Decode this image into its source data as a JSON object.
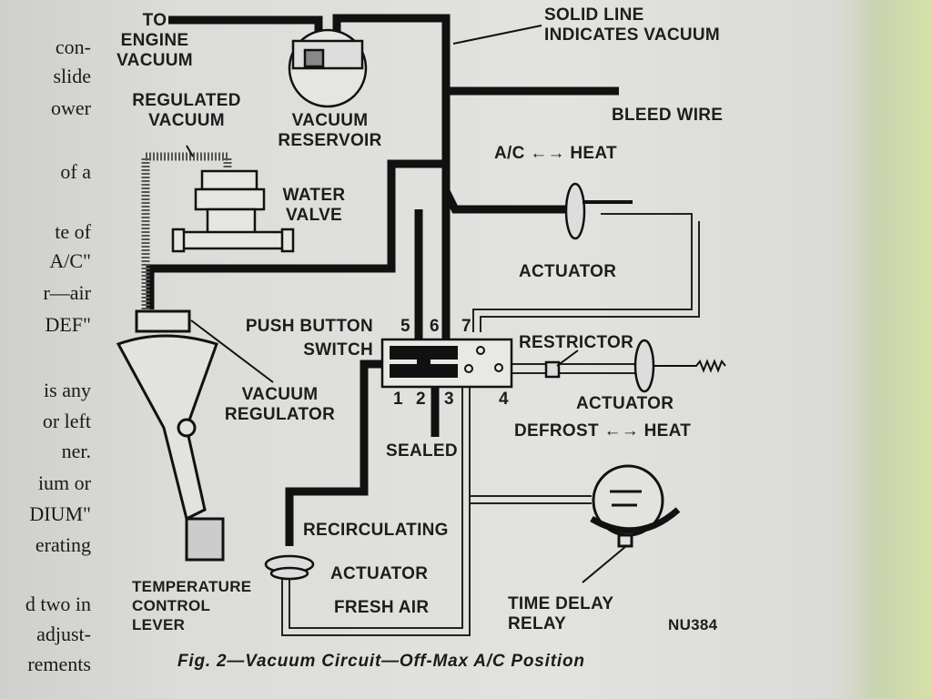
{
  "left_column_text": [
    "con-",
    "slide",
    "ower",
    "of a",
    "te of",
    "A/C\"",
    "r—air",
    "DEF\"",
    "is any",
    "or left",
    "ner.",
    "ium or",
    "DIUM\"",
    "erating",
    "d two in",
    "adjust-",
    "rements"
  ],
  "labels": {
    "to_engine_vacuum": [
      "TO",
      "ENGINE",
      "VACUUM"
    ],
    "solid_line": [
      "SOLID LINE",
      "INDICATES VACUUM"
    ],
    "regulated_vacuum": [
      "REGULATED",
      "VACUUM"
    ],
    "vacuum_reservoir": [
      "VACUUM",
      "RESERVOIR"
    ],
    "bleed_wire": "BLEED WIRE",
    "ac_heat": "A/C ←→ HEAT",
    "water_valve": [
      "WATER",
      "VALVE"
    ],
    "actuator_top": "ACTUATOR",
    "push_button_switch": [
      "PUSH BUTTON",
      "SWITCH"
    ],
    "port_numbers_top": [
      "5",
      "6",
      "7"
    ],
    "port_numbers_bottom": [
      "1",
      "2",
      "3",
      "4"
    ],
    "restrictor": "RESTRICTOR",
    "vacuum_regulator": [
      "VACUUM",
      "REGULATOR"
    ],
    "actuator_mid": "ACTUATOR",
    "defrost_heat": "DEFROST ←→ HEAT",
    "sealed": "SEALED",
    "recirculating": "RECIRCULATING",
    "actuator_bottom": "ACTUATOR",
    "fresh_air": "FRESH AIR",
    "temperature_control_lever": [
      "TEMPERATURE",
      "CONTROL",
      "LEVER"
    ],
    "time_delay_relay": [
      "TIME DELAY",
      "RELAY"
    ],
    "figure_code": "NU384"
  },
  "caption": "Fig. 2—Vacuum Circuit—Off-Max A/C Position"
}
